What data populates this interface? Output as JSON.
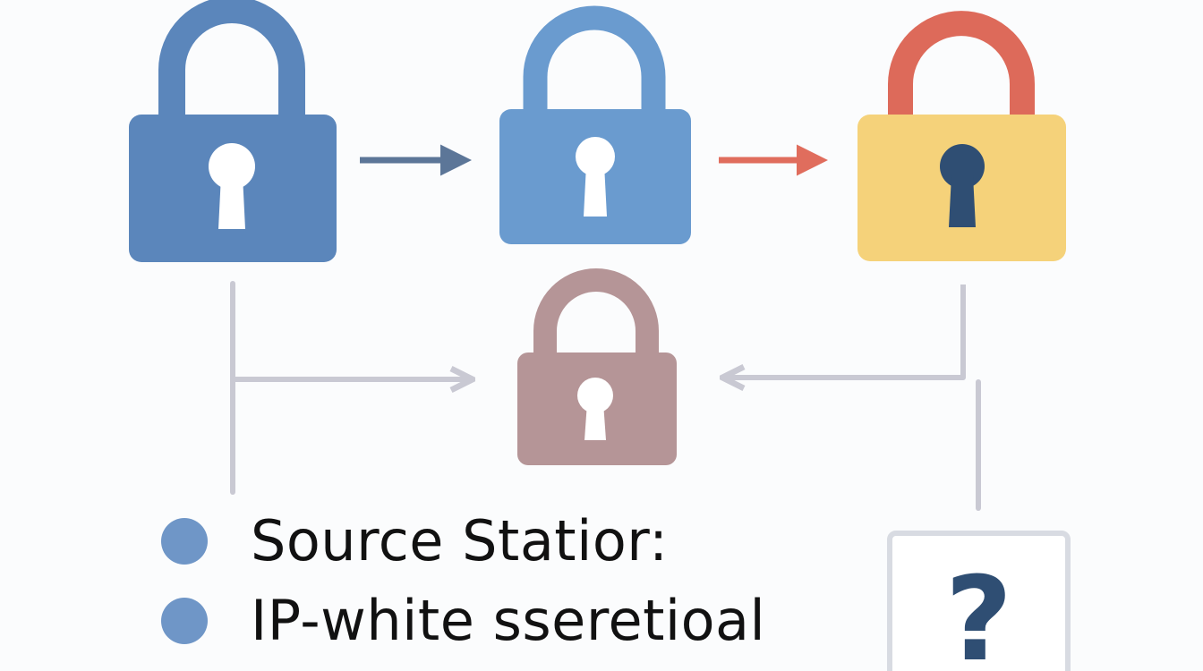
{
  "colors": {
    "lock_primary": "#5b86bb",
    "lock_secondary": "#6a9bcf",
    "lock_warning_body": "#f5d27a",
    "lock_warning_shackle": "#dd6a5a",
    "lock_muted": "#b59597",
    "keyhole_light": "#ffffff",
    "keyhole_dark": "#2f4e73",
    "arrow_blue": "#5c7698",
    "arrow_red": "#e06d5d",
    "connector_gray": "#c9c9d3",
    "question_mark": "#2f4e73",
    "legend_dot": "#6f96c7"
  },
  "locks": [
    {
      "id": "lock-source",
      "icon": "padlock-icon",
      "state": "locked"
    },
    {
      "id": "lock-intermediate",
      "icon": "padlock-icon",
      "state": "locked"
    },
    {
      "id": "lock-warning",
      "icon": "padlock-icon",
      "state": "locked"
    },
    {
      "id": "lock-result",
      "icon": "padlock-icon",
      "state": "locked"
    }
  ],
  "unknown": {
    "icon": "question-mark-icon",
    "label": "?"
  },
  "legend": {
    "items": [
      {
        "label": "Source Statior:"
      },
      {
        "label": "IP-white sseretioal"
      }
    ]
  }
}
